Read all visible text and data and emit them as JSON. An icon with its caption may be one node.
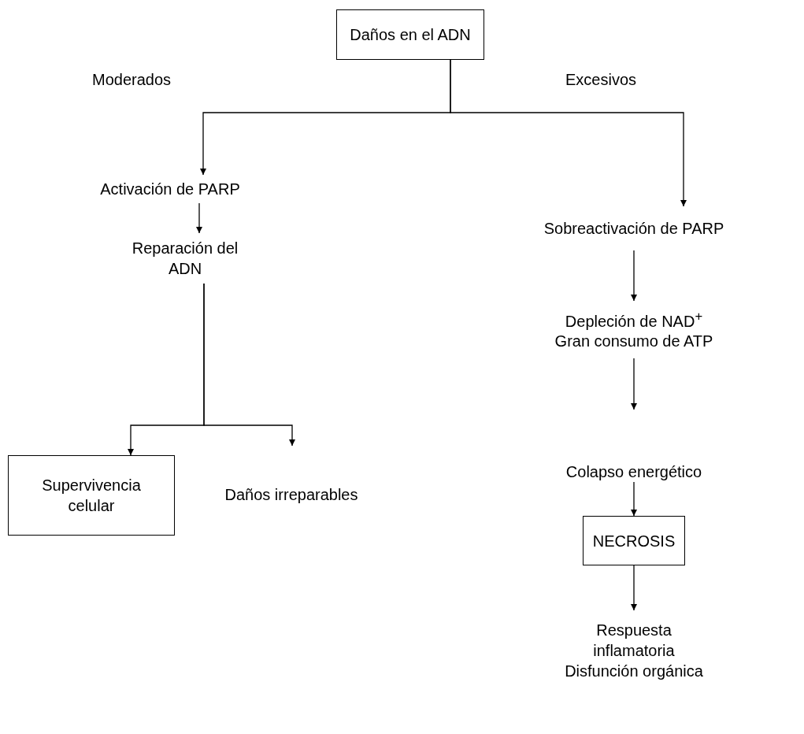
{
  "diagram": {
    "nodes": [
      {
        "text": [
          "Daños en el ADN"
        ]
      },
      {
        "text": [
          "Activación de PARP"
        ]
      },
      {
        "text": [
          "Sobreactivación de PARP"
        ]
      },
      {
        "text": [
          "Reparación del ADN"
        ]
      },
      {
        "text": [
          "Supervivencia celular"
        ]
      },
      {
        "text": [
          "Daños irreparables"
        ]
      },
      {
        "text": [
          "Depleción de NAD$^{+}$",
          "Gran consumo de ATP"
        ]
      },
      {
        "text": [
          "Colapso energético"
        ]
      },
      {
        "text": [
          "NECROSIS"
        ]
      },
      {
        "text": [
          "Respuesta inflamatoria",
          "Disfunción orgánica"
        ]
      }
    ],
    "edges": [
      {
        "from": 0,
        "to": 1,
        "arrow": "to"
      },
      {
        "from": 0,
        "to": 2,
        "arrow": "to"
      },
      {
        "from": 1,
        "to": 3,
        "arrow": "to"
      },
      {
        "from": 3,
        "to": 4,
        "arrow": "to"
      },
      {
        "from": 3,
        "to": 5,
        "arrow": "to"
      },
      {
        "from": 2,
        "to": 6,
        "arrow": "to"
      },
      {
        "from": 6,
        "to": 7,
        "arrow": "to"
      },
      {
        "from": 7,
        "to": 8,
        "arrow": "to"
      },
      {
        "from": 8,
        "to": 9,
        "arrow": "to"
      }
    ],
    "labels": [
      "Moderados",
      "Excesivos"
    ]
  }
}
